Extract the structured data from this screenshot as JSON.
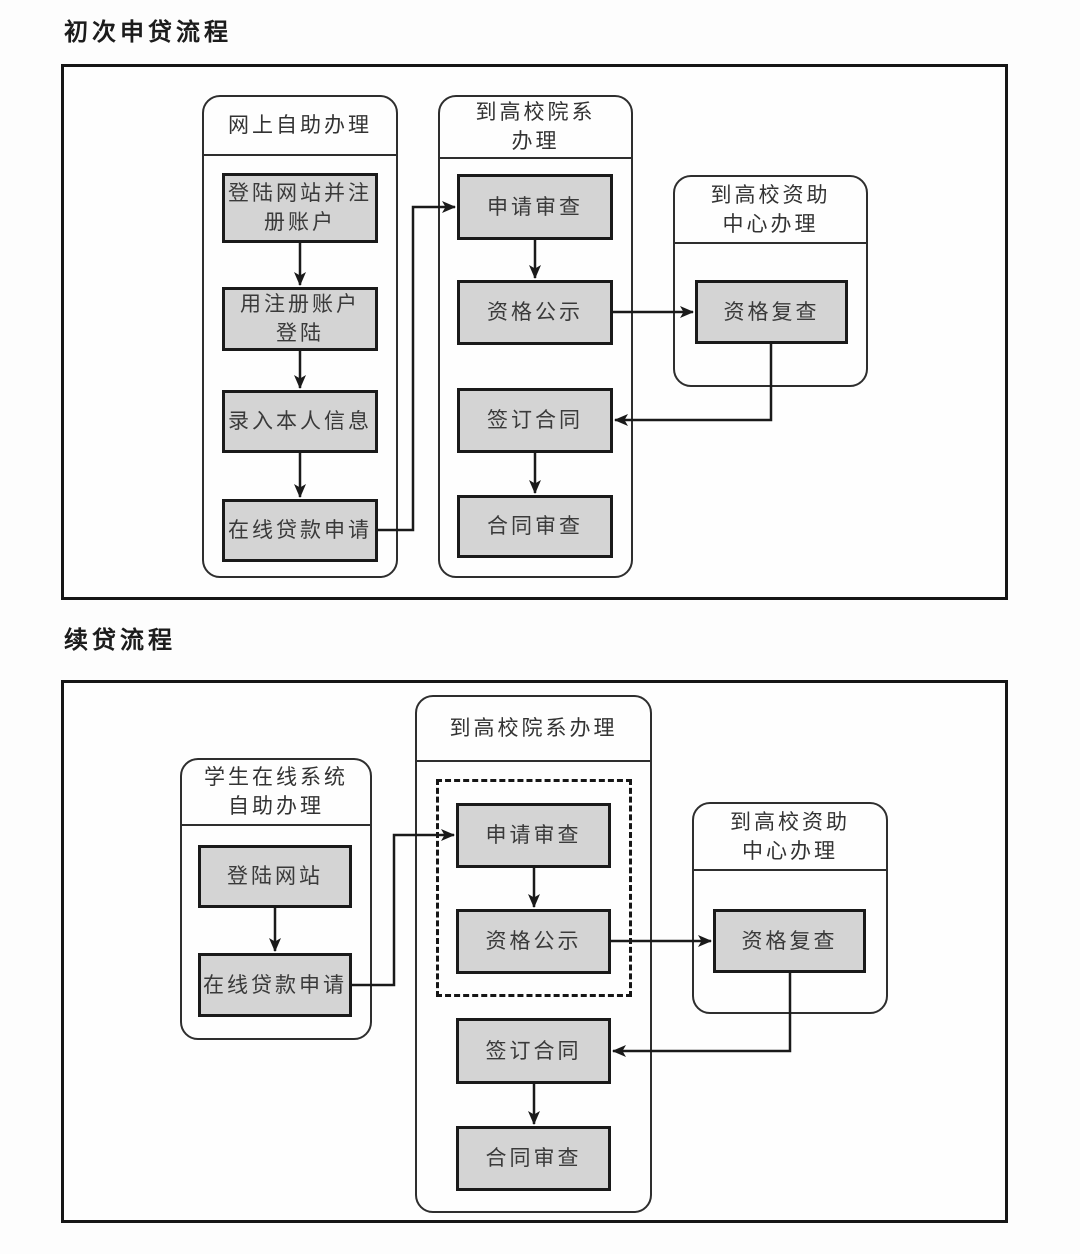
{
  "style": {
    "box_fill": "#d4d4d4",
    "line_color": "#1a1a1a",
    "background": "#fdfdfd"
  },
  "flow1": {
    "title": "初次申贷流程",
    "groups": [
      {
        "header": "网上自助办理",
        "steps": [
          "登陆网站并注\n册账户",
          "用注册账户\n登陆",
          "录入本人信息",
          "在线贷款申请"
        ]
      },
      {
        "header": "到高校院系\n办理",
        "steps": [
          "申请审查",
          "资格公示",
          "签订合同",
          "合同审查"
        ]
      },
      {
        "header": "到高校资助\n中心办理",
        "steps": [
          "资格复查"
        ]
      }
    ]
  },
  "flow2": {
    "title": "续贷流程",
    "groups": [
      {
        "header": "学生在线系统\n自助办理",
        "steps": [
          "登陆网站",
          "在线贷款申请"
        ]
      },
      {
        "header": "到高校院系办理",
        "steps": [
          "申请审查",
          "资格公示",
          "签订合同",
          "合同审查"
        ]
      },
      {
        "header": "到高校资助\n中心办理",
        "steps": [
          "资格复查"
        ]
      }
    ]
  }
}
